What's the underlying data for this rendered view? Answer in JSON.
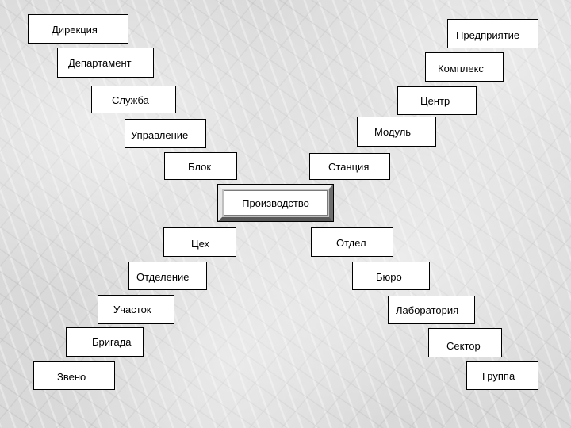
{
  "center": {
    "label": "Производство"
  },
  "left_branch_upper": [
    {
      "label": "Дирекция"
    },
    {
      "label": "Департамент"
    },
    {
      "label": "Служба"
    },
    {
      "label": "Управление"
    },
    {
      "label": "Блок"
    }
  ],
  "right_branch_upper": [
    {
      "label": "Предприятие"
    },
    {
      "label": "Комплекс"
    },
    {
      "label": "Центр"
    },
    {
      "label": "Модуль"
    },
    {
      "label": "Станция"
    }
  ],
  "left_branch_lower": [
    {
      "label": "Цех"
    },
    {
      "label": "Отделение"
    },
    {
      "label": "Участок"
    },
    {
      "label": "Бригада"
    },
    {
      "label": "Звено"
    }
  ],
  "right_branch_lower": [
    {
      "label": "Отдел"
    },
    {
      "label": "Бюро"
    },
    {
      "label": "Лаборатория"
    },
    {
      "label": "Сектор"
    },
    {
      "label": "Группа"
    }
  ]
}
